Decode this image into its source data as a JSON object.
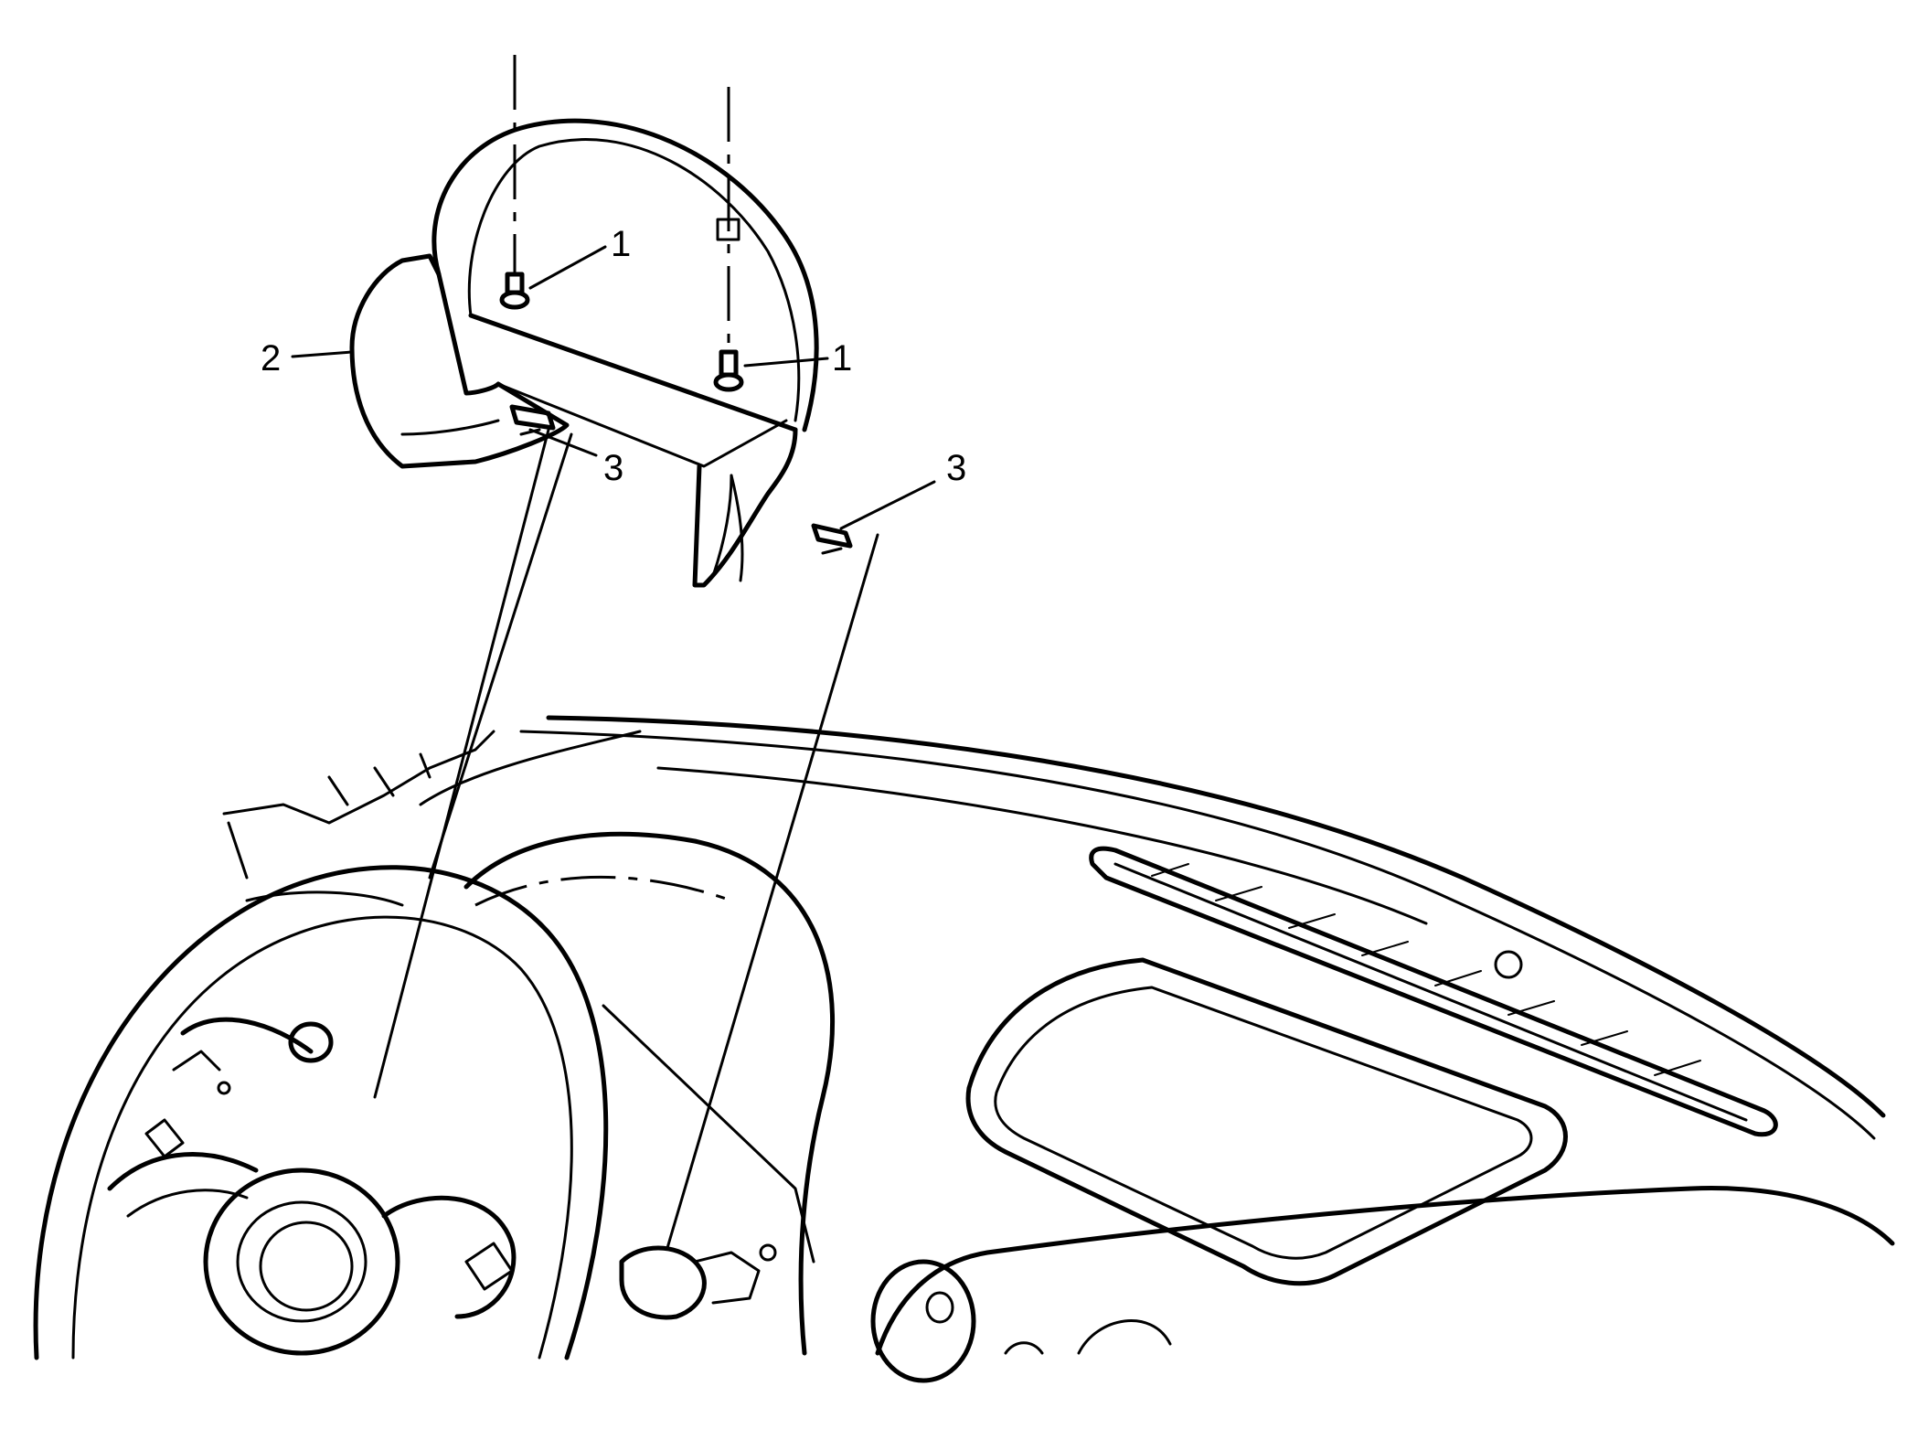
{
  "callouts": [
    {
      "id": "fastener-upper-left",
      "label": "1"
    },
    {
      "id": "fastener-upper-right",
      "label": "1"
    },
    {
      "id": "cluster-trim-bezel",
      "label": "2"
    },
    {
      "id": "retainer-clip-left",
      "label": "3"
    },
    {
      "id": "retainer-clip-right",
      "label": "3"
    }
  ],
  "colors": {
    "line": "#000000",
    "background": "#ffffff"
  }
}
